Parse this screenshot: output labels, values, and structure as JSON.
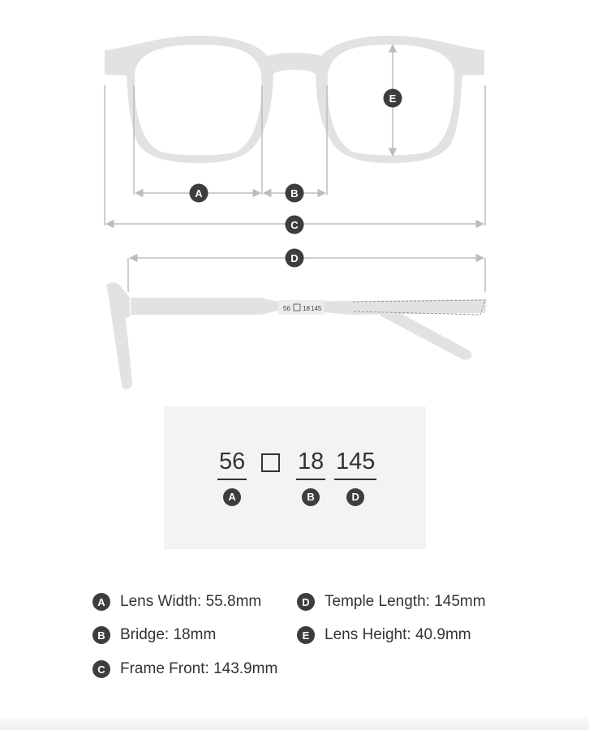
{
  "diagram": {
    "markers": {
      "a": "A",
      "b": "B",
      "c": "C",
      "d": "D",
      "e": "E"
    },
    "temple_print": {
      "lens": "56",
      "bridge": "18",
      "temple": "145"
    },
    "colors": {
      "frame": "#e2e2e2",
      "dimension_line": "#bdbdbd",
      "badge": "#3d3d3d"
    }
  },
  "size_panel": {
    "lens": {
      "value": "56",
      "marker": "A"
    },
    "bridge": {
      "value": "18",
      "marker": "B"
    },
    "temple": {
      "value": "145",
      "marker": "D"
    }
  },
  "legend": [
    {
      "marker": "A",
      "label": "Lens Width: 55.8mm"
    },
    {
      "marker": "B",
      "label": "Bridge: 18mm"
    },
    {
      "marker": "C",
      "label": "Frame Front: 143.9mm"
    },
    {
      "marker": "D",
      "label": "Temple Length: 145mm"
    },
    {
      "marker": "E",
      "label": "Lens Height: 40.9mm"
    }
  ]
}
